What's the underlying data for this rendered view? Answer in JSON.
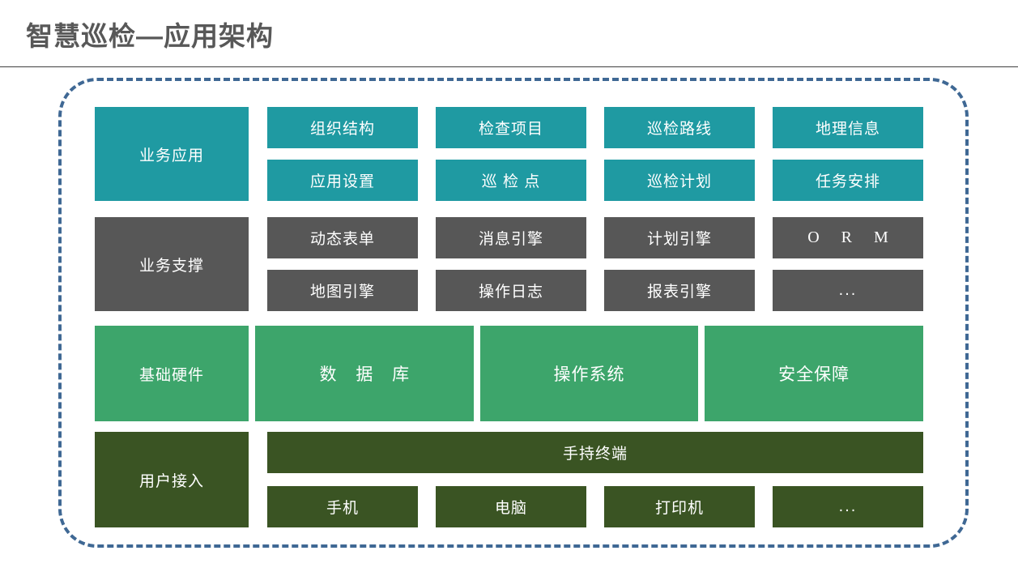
{
  "header": {
    "title": "智慧巡检—应用架构"
  },
  "colors": {
    "business_app": "#1f9aa2",
    "business_support": "#575757",
    "infrastructure": "#3da56b",
    "user_access": "#3a5423",
    "dashed_border": "#3f6894",
    "title_text": "#585858",
    "rule": "#3f3f3f"
  },
  "architecture": {
    "rows": [
      {
        "key": "business-app",
        "label": "业务应用",
        "lines": [
          [
            "组织结构",
            "检查项目",
            "巡检路线",
            "地理信息"
          ],
          [
            "应用设置",
            "巡 检 点",
            "巡检计划",
            "任务安排"
          ]
        ]
      },
      {
        "key": "business-support",
        "label": "业务支撑",
        "lines": [
          [
            "动态表单",
            "消息引擎",
            "计划引擎",
            "O R M"
          ],
          [
            "地图引擎",
            "操作日志",
            "报表引擎",
            "..."
          ]
        ]
      },
      {
        "key": "infrastructure",
        "label": "基础硬件",
        "lines": [
          [
            "数 据 库",
            "操作系统",
            "安全保障"
          ]
        ]
      },
      {
        "key": "user-access",
        "label": "用户接入",
        "lines": [
          [
            "手持终端"
          ],
          [
            "手机",
            "电脑",
            "打印机",
            "..."
          ]
        ]
      }
    ]
  }
}
